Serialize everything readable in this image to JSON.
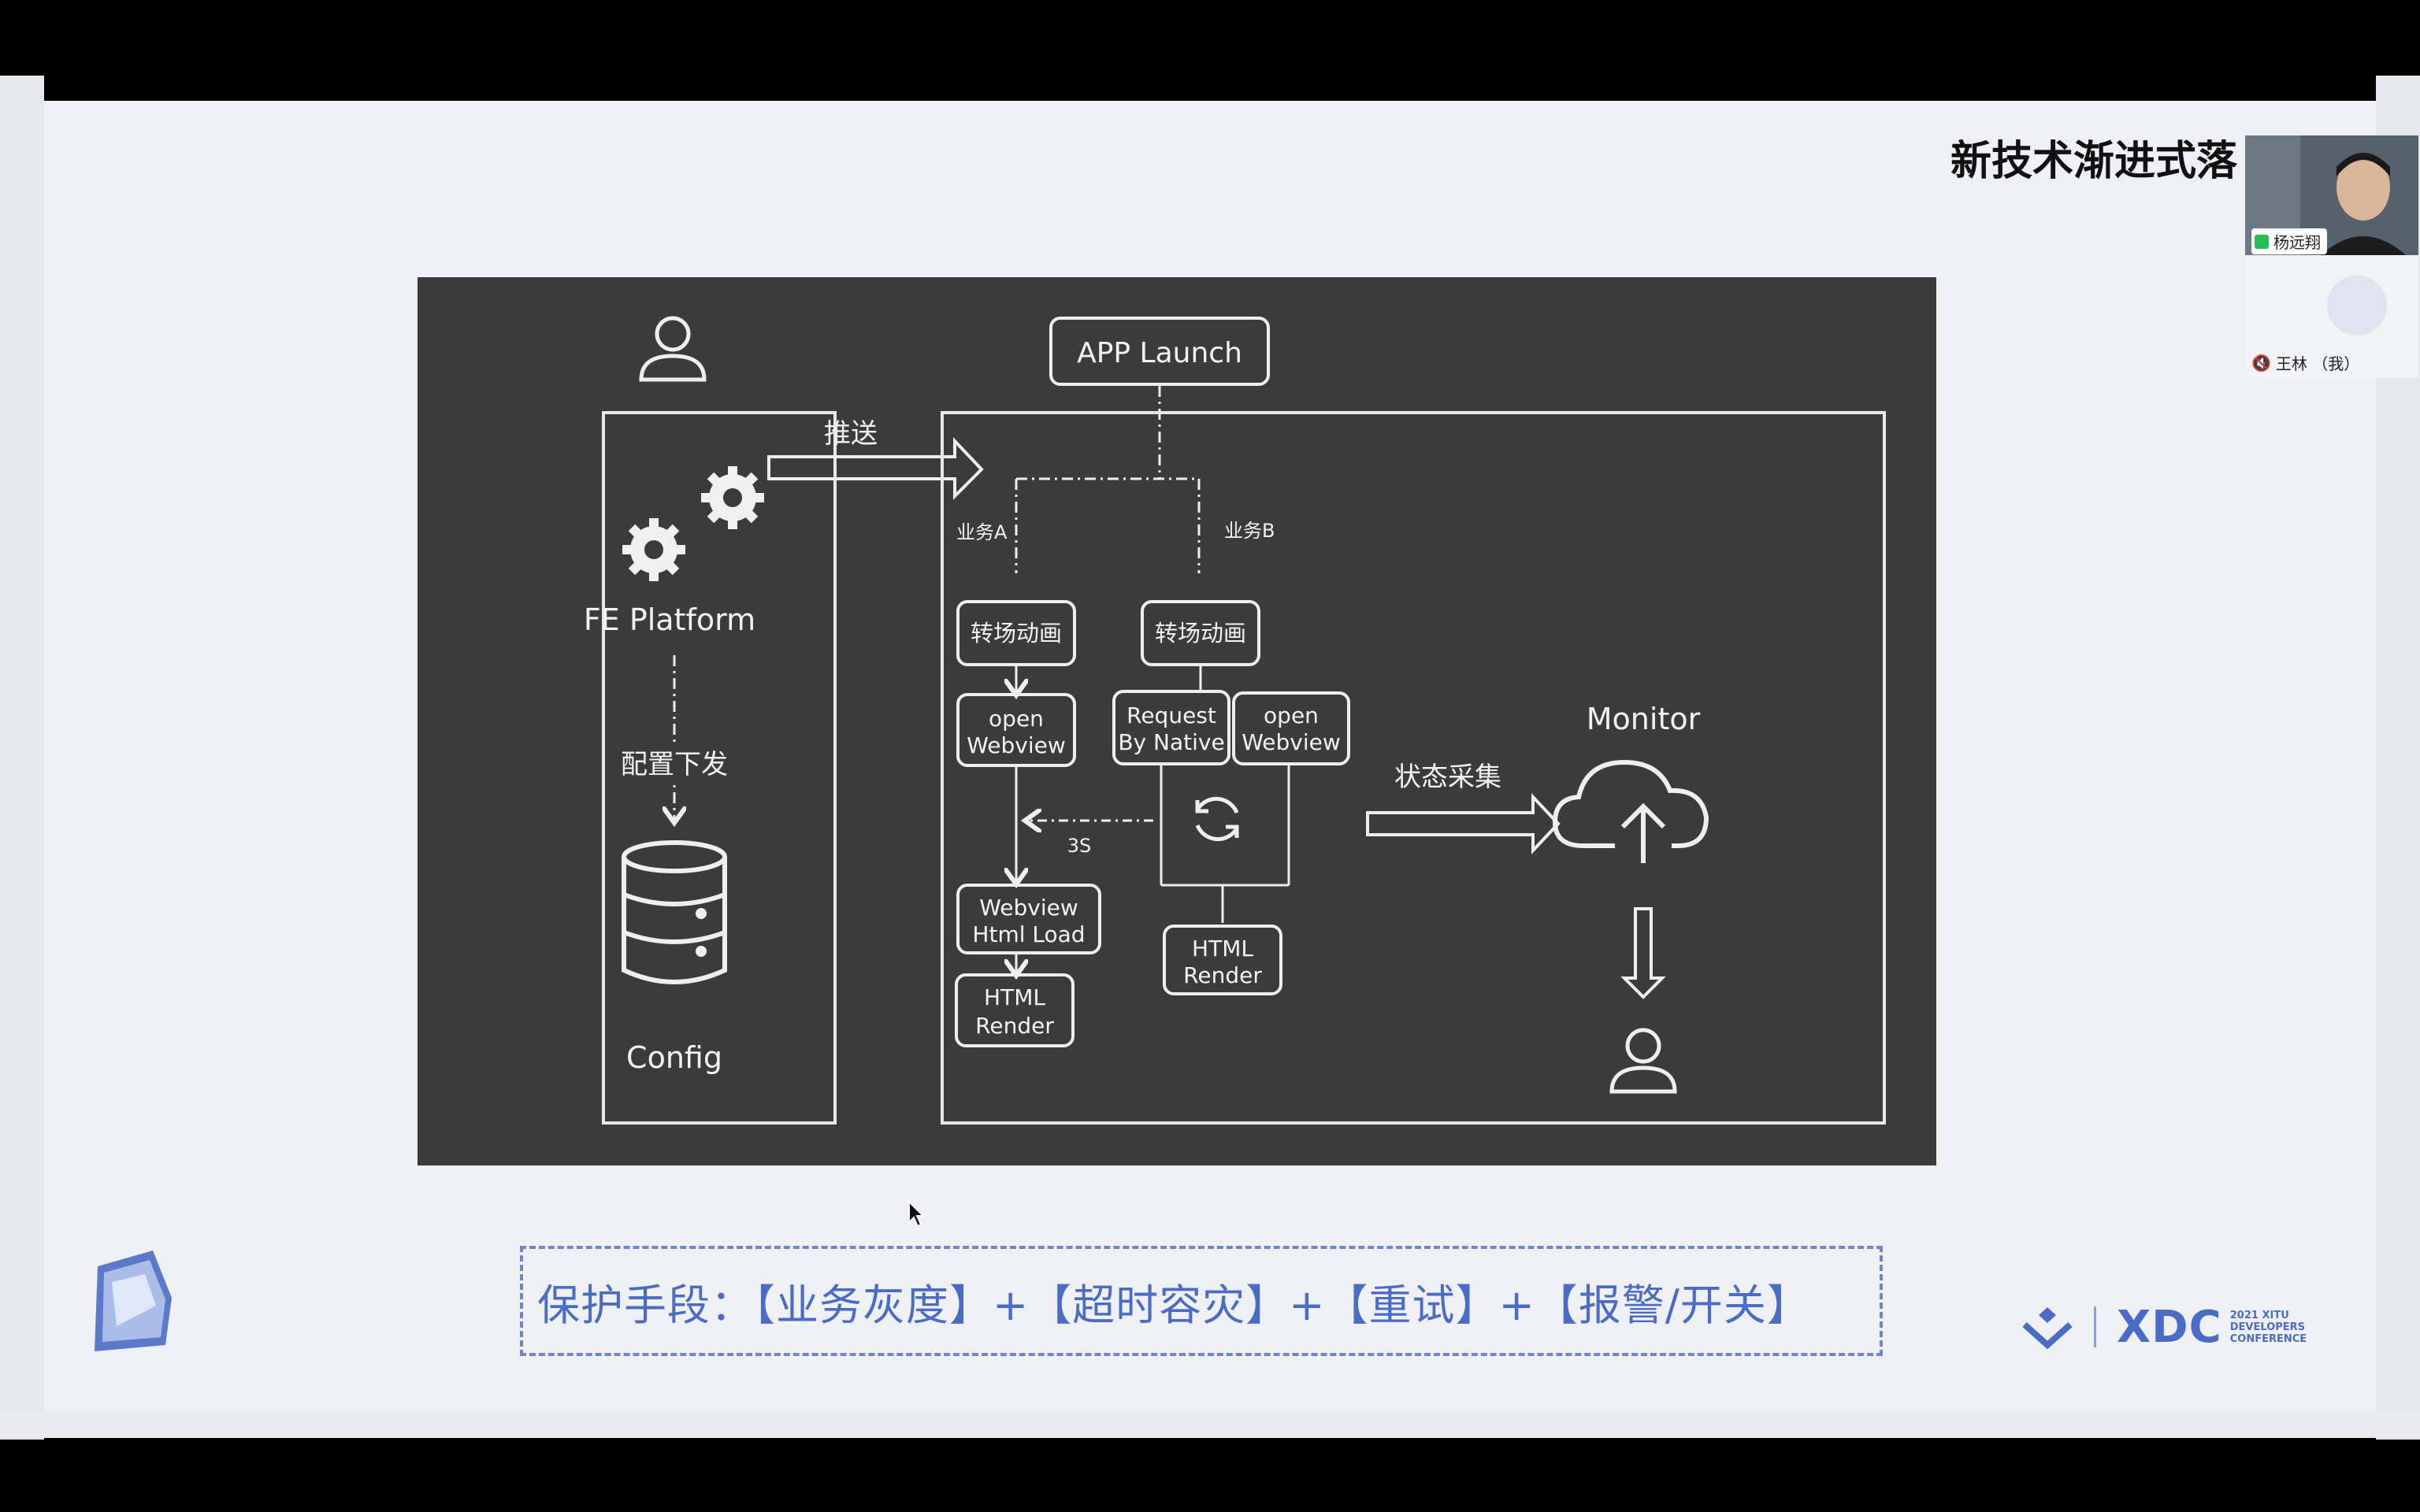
{
  "slide": {
    "title": "新技术渐进式落",
    "protect_text": "保护手段：【业务灰度】+【超时容灾】+【重试】+【报警/开关】"
  },
  "diagram": {
    "app_launch": "APP Launch",
    "fe_platform": "FE Platform",
    "push_label": "推送",
    "config_dispatch": "配置下发",
    "config": "Config",
    "biz_a": "业务A",
    "biz_b": "业务B",
    "transition_a": "转场动画",
    "transition_b": "转场动画",
    "open_webview_a_1": "open",
    "open_webview_a_2": "Webview",
    "request_native_1": "Request",
    "request_native_2": "By Native",
    "open_webview_b_1": "open",
    "open_webview_b_2": "Webview",
    "timeout_label": "3S",
    "webview_load_1": "Webview",
    "webview_load_2": "Html Load",
    "html_render_a_1": "HTML",
    "html_render_a_2": "Render",
    "html_render_b_1": "HTML",
    "html_render_b_2": "Render",
    "state_collect": "状态采集",
    "monitor": "Monitor"
  },
  "branding": {
    "xdc_word": "XDC",
    "xdc_sub_1": "2021 XITU",
    "xdc_sub_2": "DEVELOPERS",
    "xdc_sub_3": "CONFERENCE",
    "accent": "#4a6cc4"
  },
  "participants": {
    "speaker_name": "杨远翔",
    "me_name": "王林 （我）"
  }
}
